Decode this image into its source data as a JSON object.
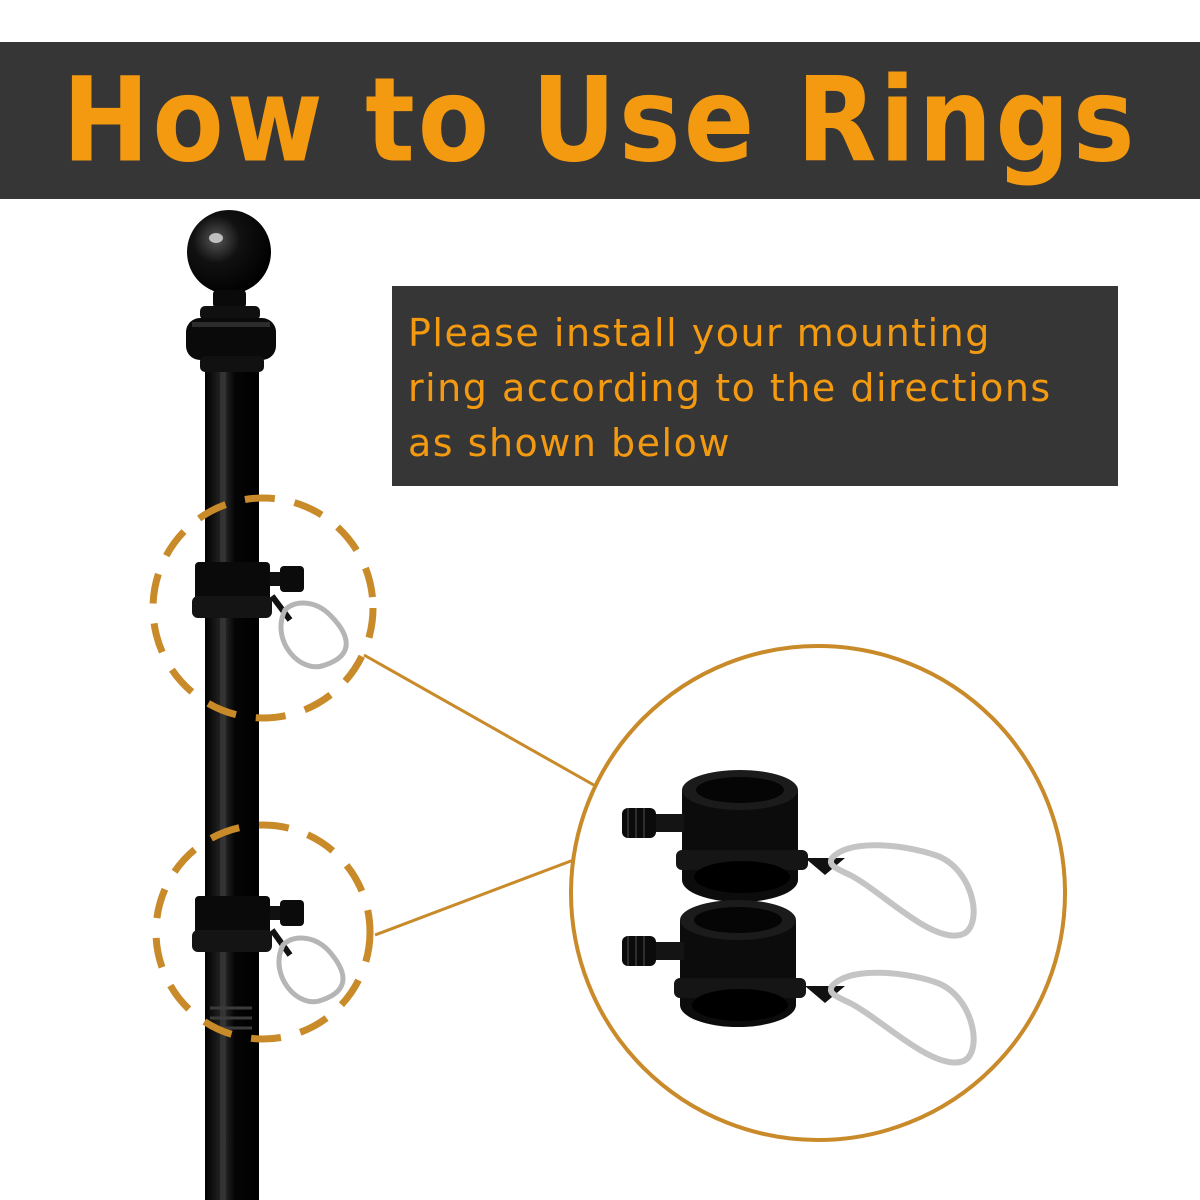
{
  "banner": {
    "title": "How to Use Rings"
  },
  "note": {
    "lines": [
      "Please install your mounting",
      "ring according to the directions",
      "as shown below"
    ]
  },
  "colors": {
    "accent": "#f39a11",
    "dashed_circle": "#c98a2a",
    "banner_bg": "#363636",
    "pole": "#0b0b0b"
  },
  "icons": [
    "flagpole",
    "mounting-ring",
    "carabiner",
    "magnifier-circle"
  ]
}
